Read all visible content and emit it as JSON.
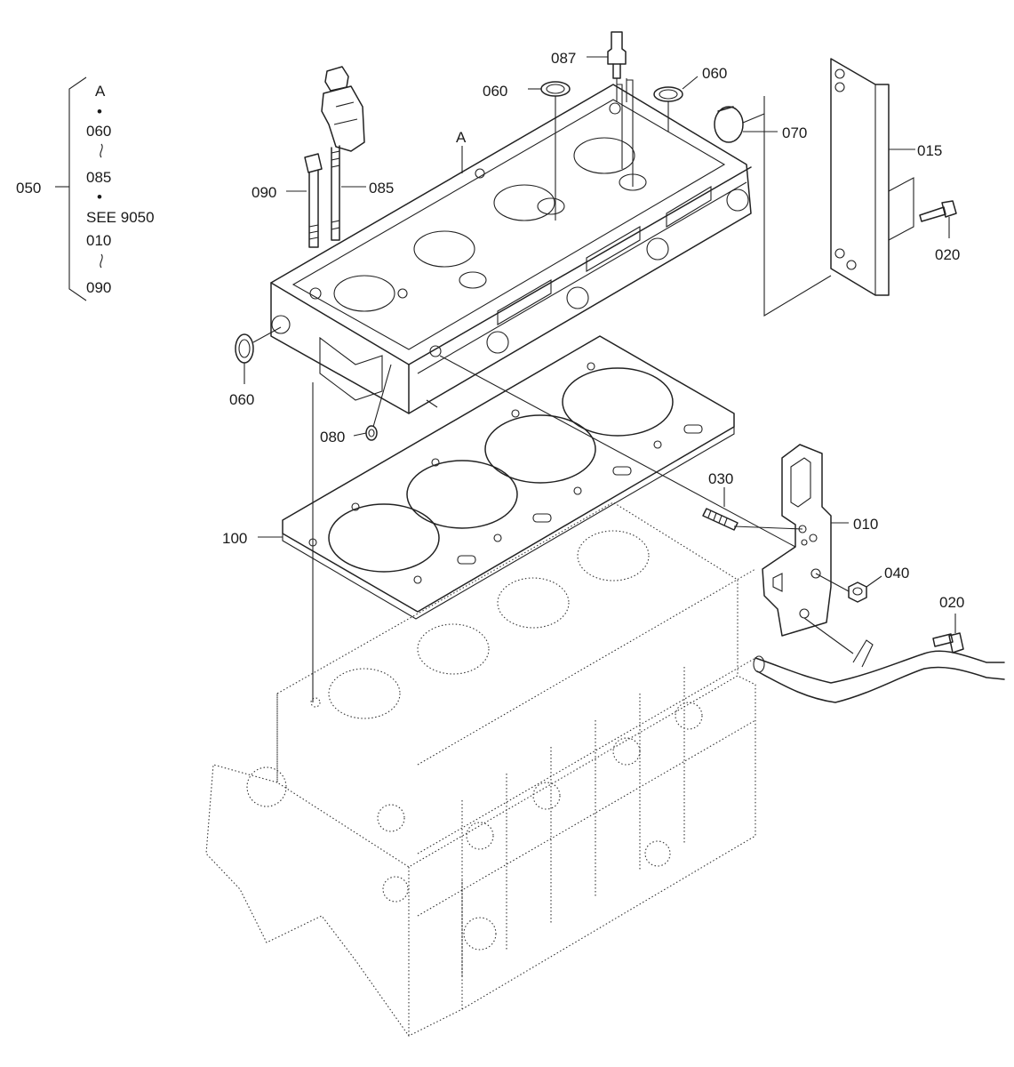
{
  "callouts": {
    "c050": "050",
    "c015": "015",
    "c020_top": "020",
    "c020_bottom": "020",
    "c010": "010",
    "c030": "030",
    "c040": "040",
    "c060_left": "060",
    "c060_top": "060",
    "c060_right": "060",
    "c070": "070",
    "c080": "080",
    "c085": "085",
    "c087": "087",
    "c090": "090",
    "c100": "100",
    "cA": "A"
  },
  "kit_legend": {
    "line1": "A",
    "dot": "•",
    "line2": "060",
    "line3": "085",
    "line4": "SEE 9050",
    "line5": "010",
    "line6": "090"
  },
  "colors": {
    "ink": "#222222",
    "background": "#ffffff"
  }
}
